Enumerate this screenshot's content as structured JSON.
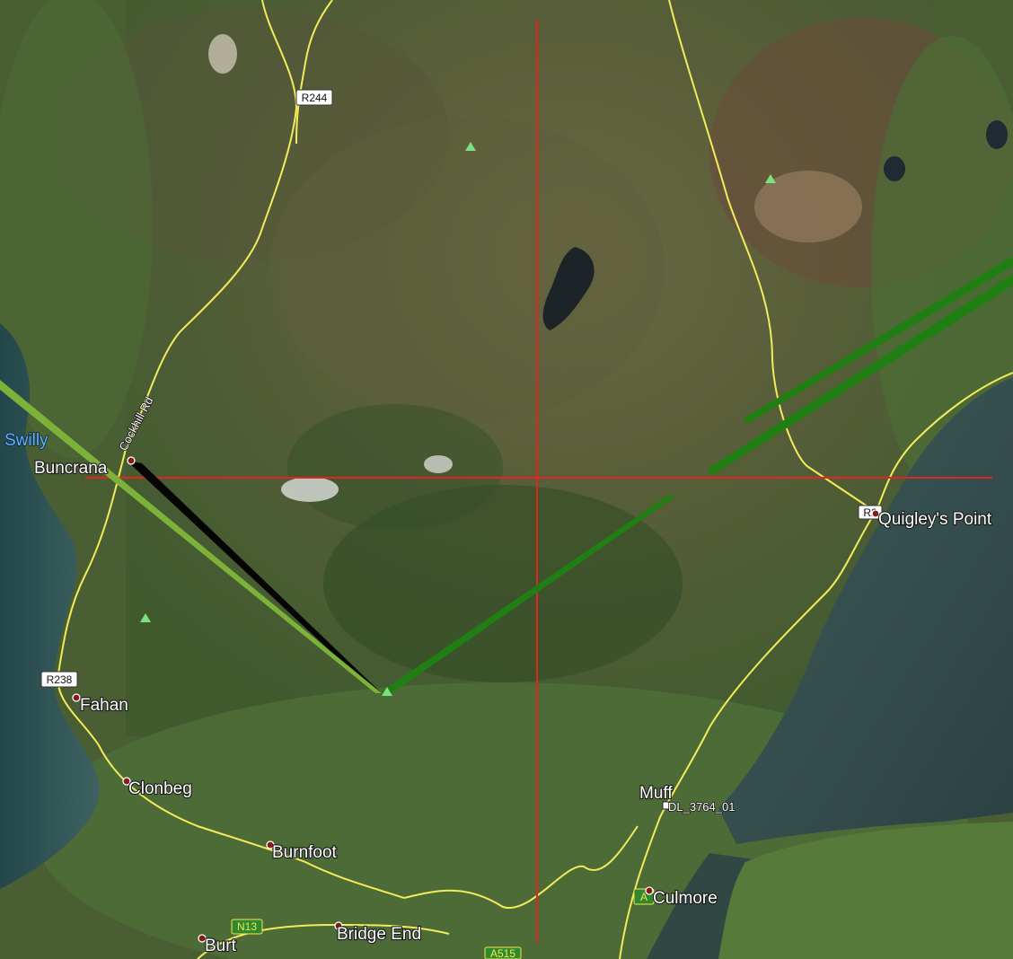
{
  "map": {
    "places": {
      "buncrana": "Buncrana",
      "fahan": "Fahan",
      "clonbeg": "Clonbeg",
      "burnfoot": "Burnfoot",
      "bridge_end": "Bridge End",
      "burt": "Burt",
      "muff": "Muff",
      "culmore": "Culmore",
      "quigleys_point": "Quigley's Point"
    },
    "water": {
      "swilly": "Swilly"
    },
    "roads": {
      "cockhill_rd": "Cockhill Rd",
      "r244": "R244",
      "r238": "R238",
      "n13": "N13",
      "a515": "A515",
      "a_culmore": "A",
      "r_quigley": "R2"
    },
    "markers": {
      "dl_site": "DL_3764_01"
    },
    "colors": {
      "crosshair": "#e0261f",
      "road": "#f2ec5a",
      "light_green_line": "#7cb23a",
      "dark_green_line": "#1f7f12",
      "black_wedge": "#050505"
    }
  }
}
